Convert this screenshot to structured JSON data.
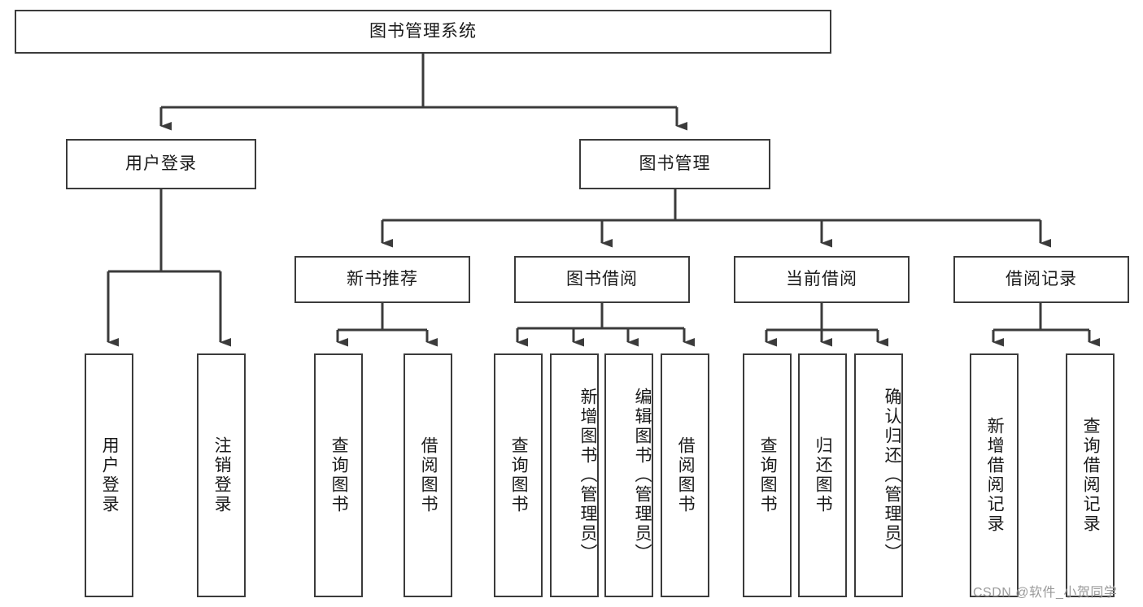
{
  "diagram": {
    "title": "图书管理系统",
    "type": "hierarchy-tree",
    "levels": 4,
    "colors": {
      "box_border": "#3b3b3b",
      "box_fill": "#ffffff",
      "text": "#1a1a1a",
      "edge": "#3b3b3b",
      "watermark": "#9a9a9a"
    }
  },
  "nodes": {
    "root": {
      "label": "图书管理系统"
    },
    "level2": [
      {
        "id": "user-login",
        "label": "用户登录"
      },
      {
        "id": "book-management",
        "label": "图书管理"
      }
    ],
    "level3": [
      {
        "id": "new-book-recommend",
        "label": "新书推荐"
      },
      {
        "id": "book-borrow",
        "label": "图书借阅"
      },
      {
        "id": "current-borrow",
        "label": "当前借阅"
      },
      {
        "id": "borrow-record",
        "label": "借阅记录"
      }
    ],
    "level4": {
      "user_login": [
        {
          "id": "leaf-user-login",
          "label": "用户登录"
        },
        {
          "id": "leaf-logout-login",
          "label": "注销登录"
        }
      ],
      "new_book_recommend": [
        {
          "id": "leaf-query-book-1",
          "label": "查询图书"
        },
        {
          "id": "leaf-borrow-book-1",
          "label": "借阅图书"
        }
      ],
      "book_borrow": [
        {
          "id": "leaf-query-book-2",
          "label": "查询图书"
        },
        {
          "id": "leaf-add-book",
          "label": "新增图书（管理员）"
        },
        {
          "id": "leaf-edit-book",
          "label": "编辑图书（管理员）"
        },
        {
          "id": "leaf-borrow-book-2",
          "label": "借阅图书"
        }
      ],
      "current_borrow": [
        {
          "id": "leaf-query-book-3",
          "label": "查询图书"
        },
        {
          "id": "leaf-return-book",
          "label": "归还图书"
        },
        {
          "id": "leaf-confirm-return",
          "label": "确认归还（管理员）"
        }
      ],
      "borrow_record": [
        {
          "id": "leaf-add-record",
          "label": "新增借阅记录"
        },
        {
          "id": "leaf-query-record",
          "label": "查询借阅记录"
        }
      ]
    }
  },
  "watermark": {
    "text": "CSDN @软件_小贺同学"
  }
}
